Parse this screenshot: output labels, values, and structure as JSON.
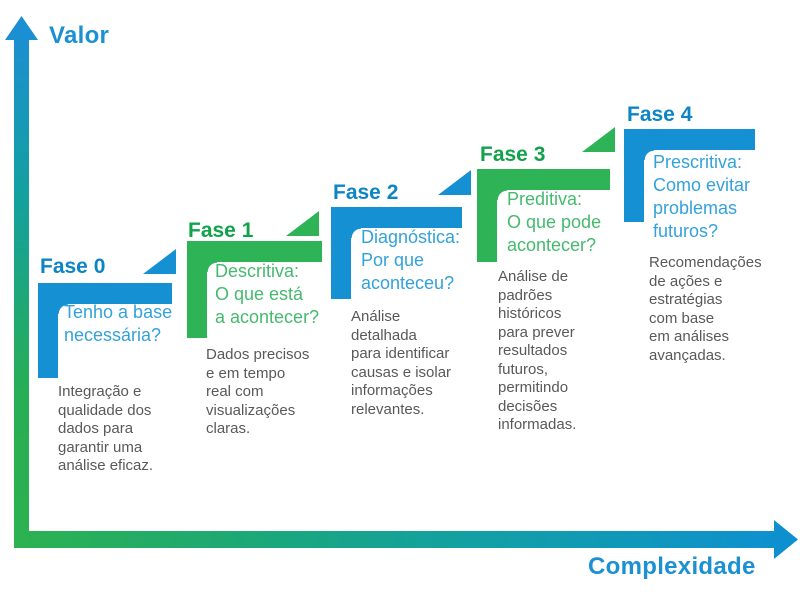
{
  "diagram": {
    "y_axis_label": "Valor",
    "x_axis_label": "Complexidade"
  },
  "colors": {
    "blue": "#1590d2",
    "blue_title": "#0d85c5",
    "blue_question": "#33a2da",
    "green": "#2eb357",
    "green_title": "#12a24c",
    "green_question": "#45ba6e",
    "description_gray": "#58595b",
    "axis_gradient_green": "#2db24f",
    "axis_gradient_blue": "#1b8fd1"
  },
  "phases": [
    {
      "label": "Fase 0",
      "color": "blue",
      "question": "Tenho a base\nnecessária?",
      "description": "Integração e\nqualidade dos\ndados para\ngarantir uma\nanálise eficaz."
    },
    {
      "label": "Fase 1",
      "color": "green",
      "question": "Descritiva:\nO que está\na acontecer?",
      "description": "Dados precisos\ne em tempo\nreal com\nvisualizações\nclaras."
    },
    {
      "label": "Fase 2",
      "color": "blue",
      "question": "Diagnóstica:\nPor que\naconteceu?",
      "description": "Análise\ndetalhada\npara identificar\ncausas e isolar\ninformações\nrelevantes."
    },
    {
      "label": "Fase 3",
      "color": "green",
      "question": "Preditiva:\nO que pode\nacontecer?",
      "description": "Análise de\npadrões\nhistóricos\npara prever\nresultados\nfuturos,\npermitindo\ndecisões\ninformadas."
    },
    {
      "label": "Fase 4",
      "color": "blue",
      "question": "Prescritiva:\nComo evitar\nproblemas\nfuturos?",
      "description": "Recomendações\nde ações e\nestratégias\ncom base\nem análises\navançadas."
    }
  ]
}
